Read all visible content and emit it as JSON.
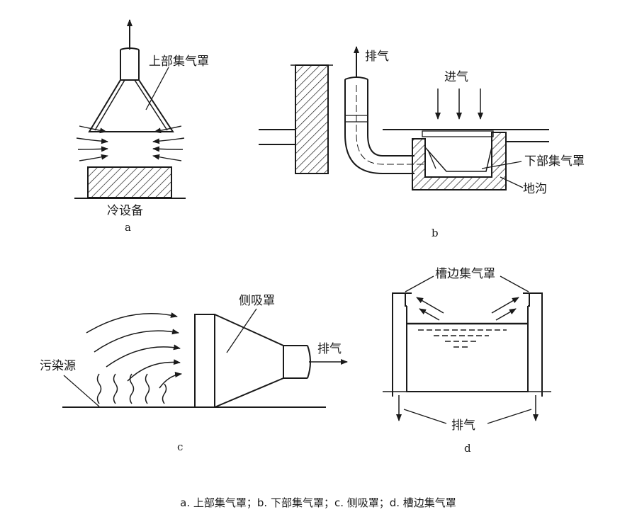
{
  "panels": {
    "a": {
      "label": "a",
      "hood": "上部集气罩",
      "equipment": "冷设备"
    },
    "b": {
      "label": "b",
      "exhaust": "排气",
      "intake": "进气",
      "hood": "下部集气罩",
      "trench": "地沟"
    },
    "c": {
      "label": "c",
      "hood": "侧吸罩",
      "source": "污染源",
      "exhaust": "排气"
    },
    "d": {
      "label": "d",
      "hood": "槽边集气罩",
      "exhaust": "排气"
    }
  },
  "caption": "a. 上部集气罩；b. 下部集气罩；c. 侧吸罩；d. 槽边集气罩"
}
